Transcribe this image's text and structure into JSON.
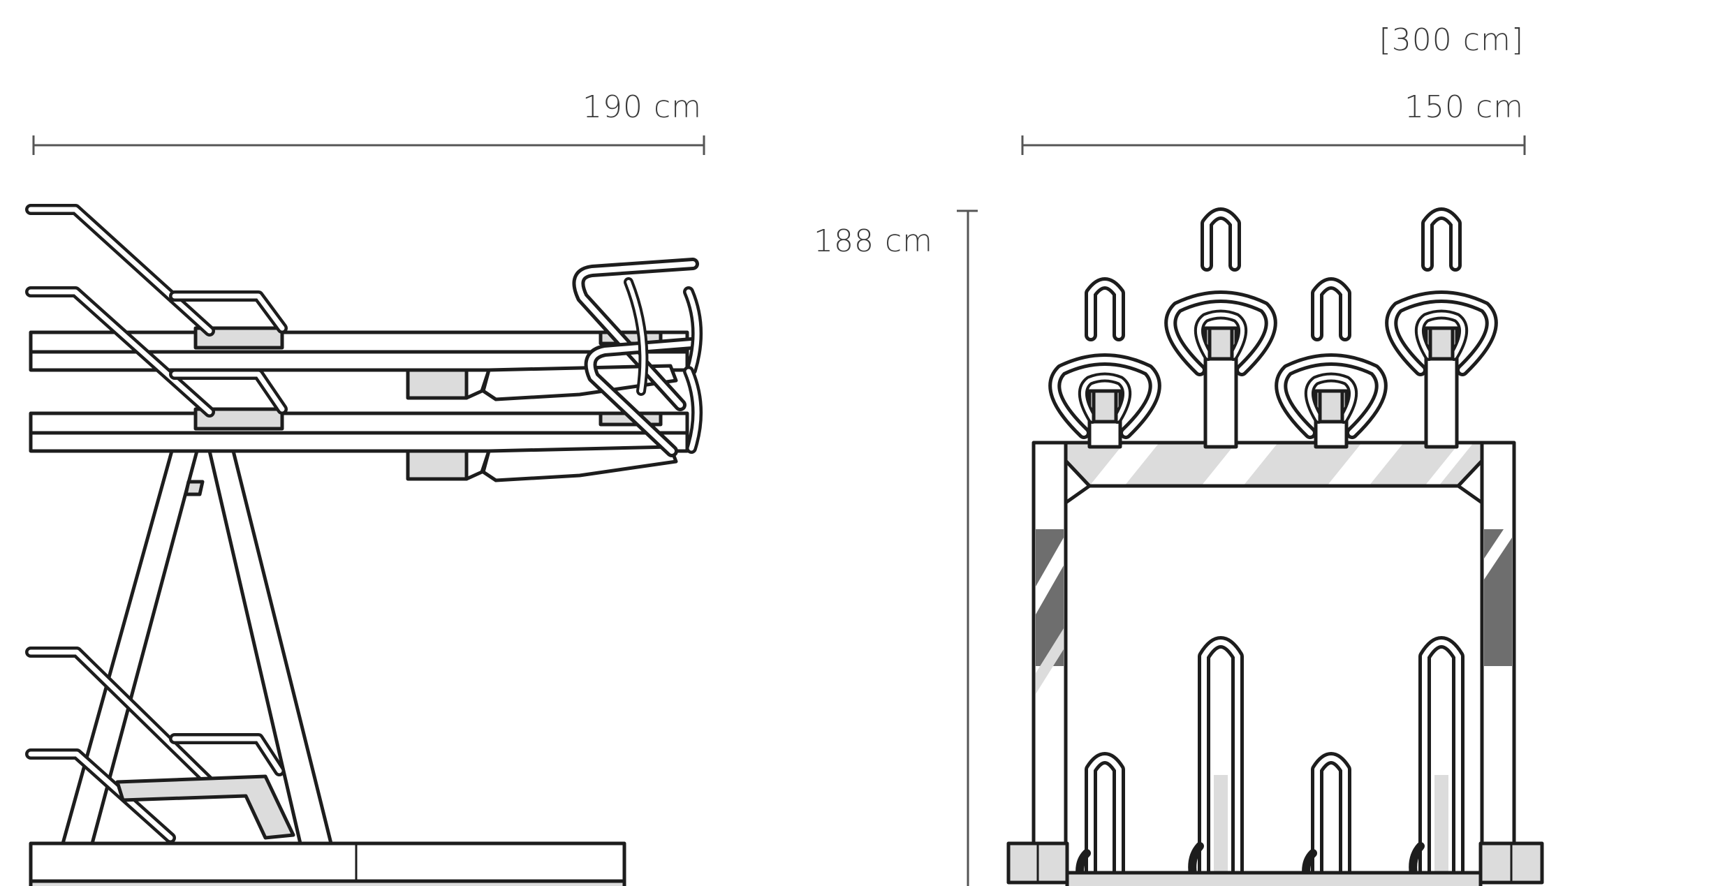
{
  "dimensions": {
    "side_width": "190 cm",
    "front_extended_width": "[300 cm]",
    "front_width": "150 cm",
    "height": "188 cm"
  },
  "colors": {
    "line": "#1d1d1d",
    "dimension_line": "#555555",
    "text": "#3a3a3a",
    "shade_light": "#dcdcdc",
    "shade_dark": "#6e6e6e"
  }
}
